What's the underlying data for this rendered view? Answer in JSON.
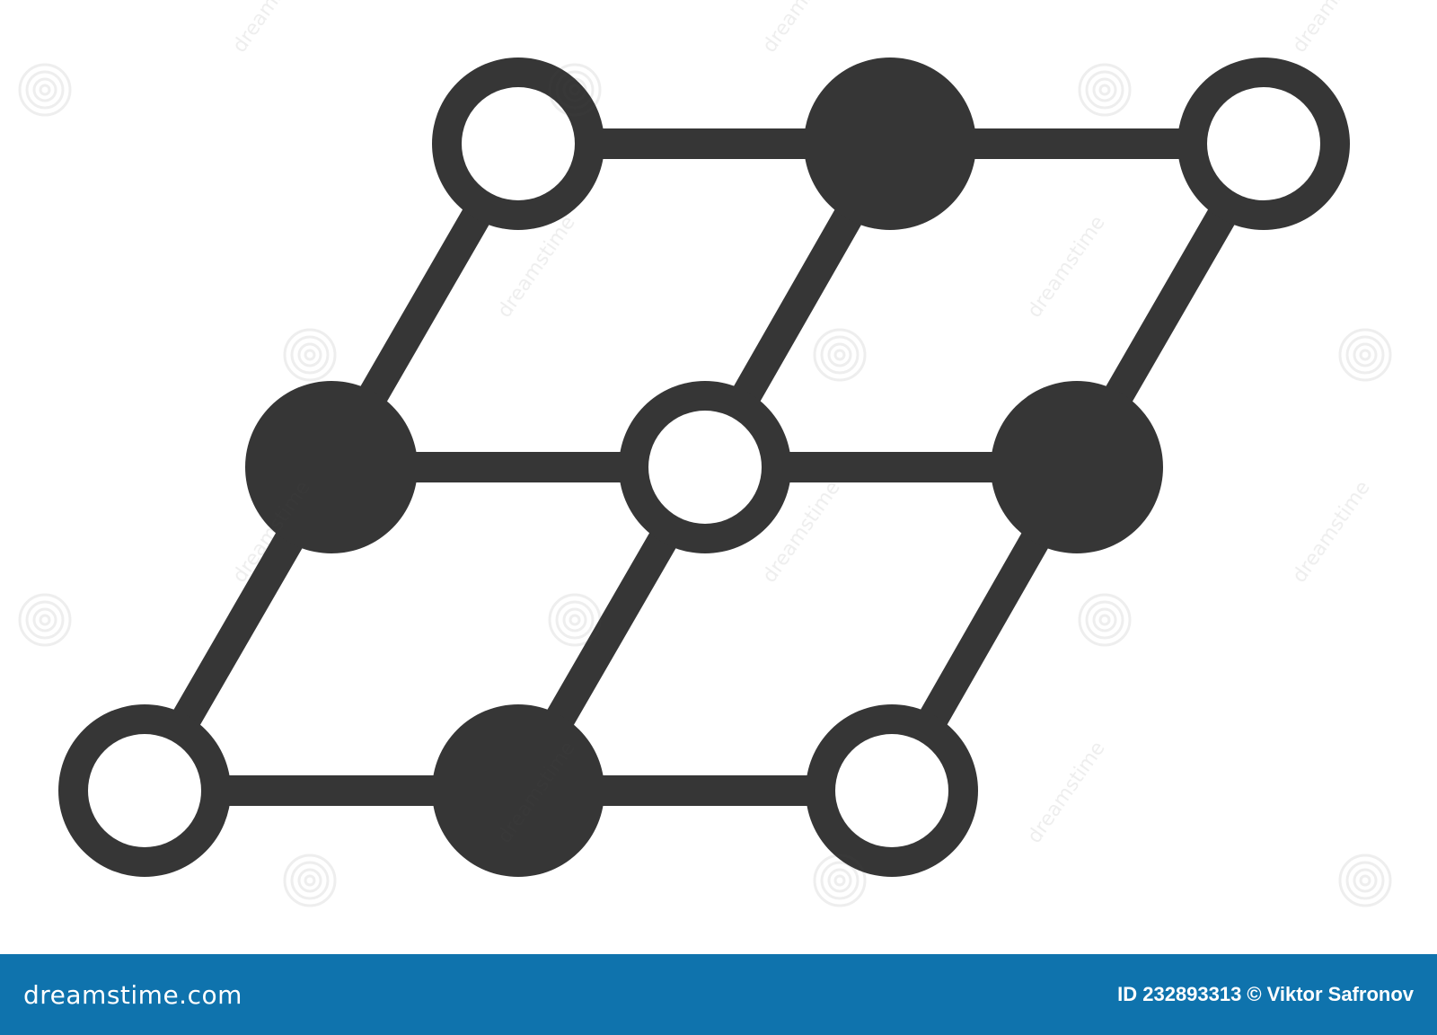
{
  "colors": {
    "background": "#ffffff",
    "icon": "#363636",
    "node_hole": "#ffffff",
    "footer_bar": "#0f73ad",
    "footer_text": "#ffffff"
  },
  "icon": {
    "name": "lattice-network-icon",
    "node_states": [
      [
        "hollow",
        "filled",
        "hollow"
      ],
      [
        "filled",
        "hollow",
        "filled"
      ],
      [
        "hollow",
        "filled",
        "hollow"
      ]
    ]
  },
  "watermark_text": "dreamstime",
  "footer": {
    "logo": "dreamstime.com",
    "image_id": "ID 232893313",
    "copyright_symbol": "©",
    "author": "Viktor Safronov"
  }
}
